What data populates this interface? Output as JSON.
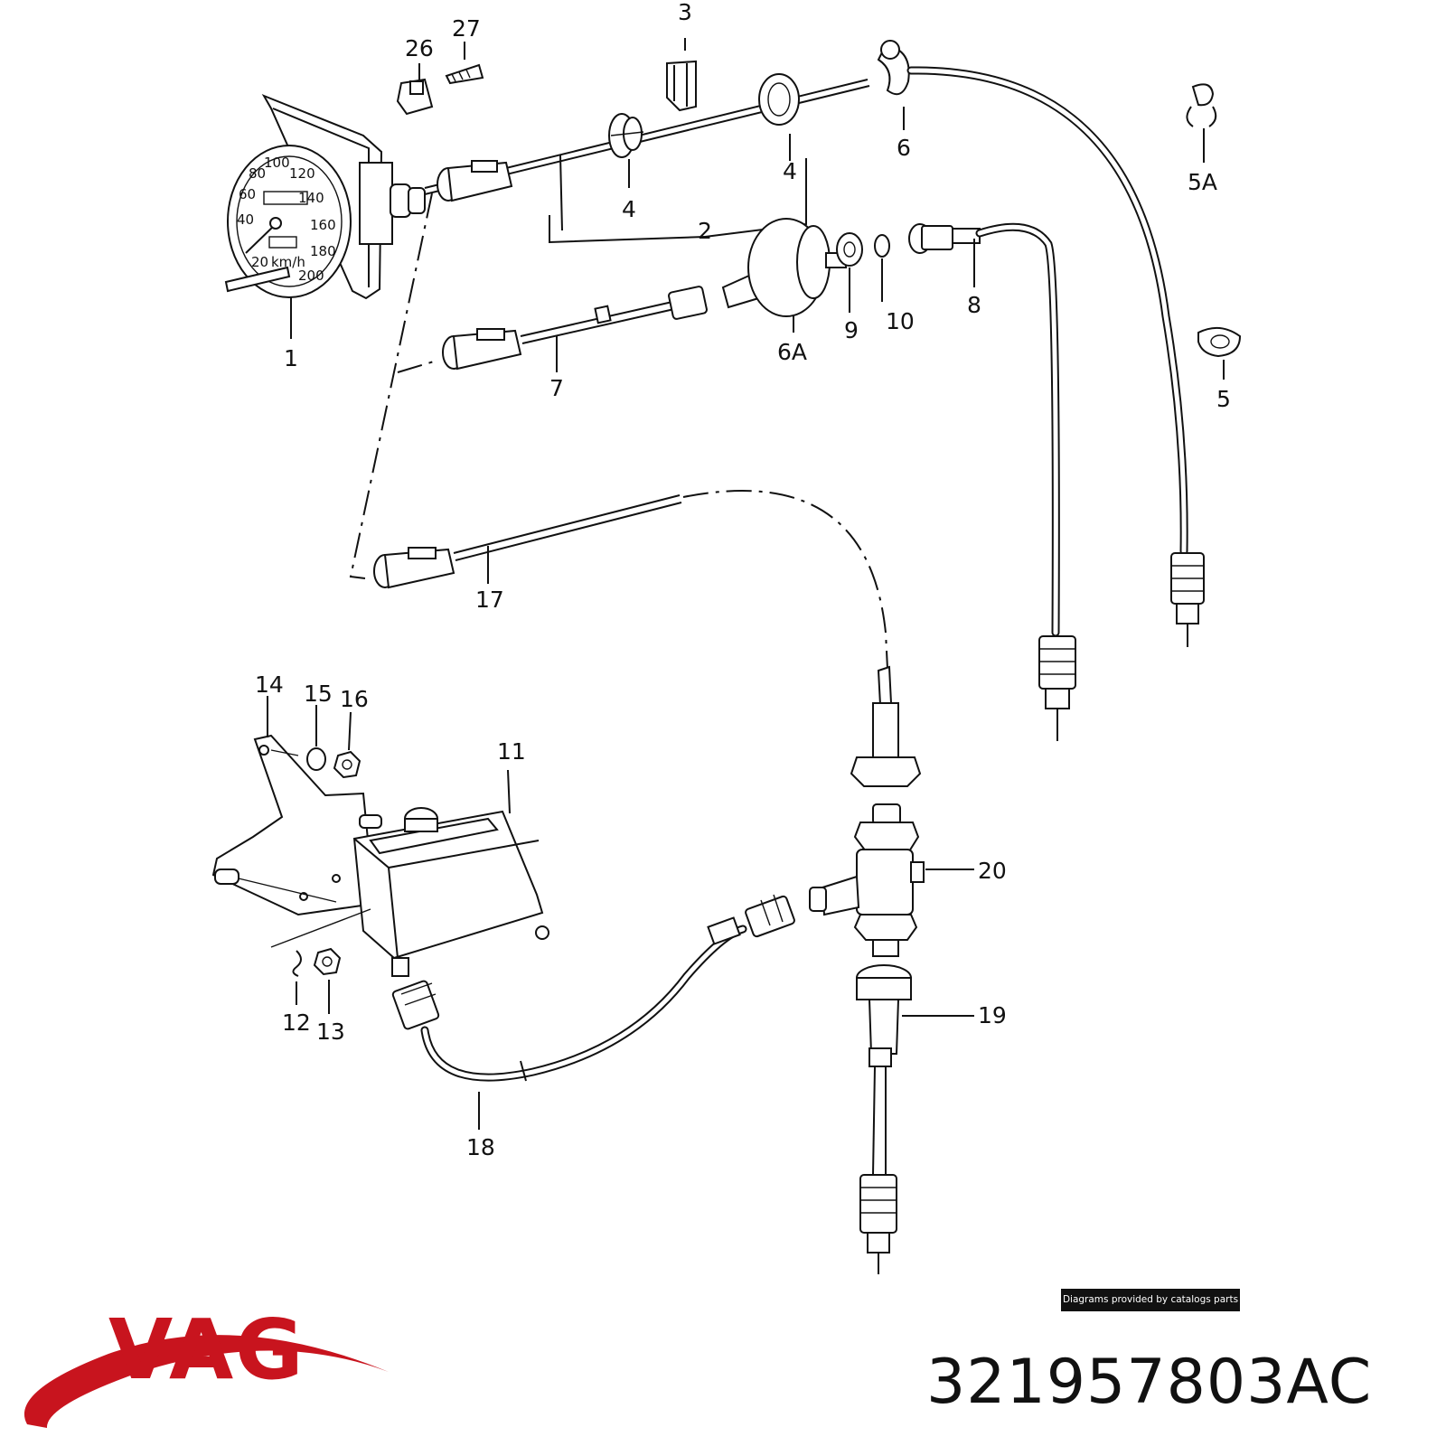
{
  "callouts": [
    {
      "id": "c1",
      "label": "1"
    },
    {
      "id": "c2",
      "label": "2"
    },
    {
      "id": "c3",
      "label": "3"
    },
    {
      "id": "c4a",
      "label": "4"
    },
    {
      "id": "c4b",
      "label": "4"
    },
    {
      "id": "c5",
      "label": "5"
    },
    {
      "id": "c5a",
      "label": "5A"
    },
    {
      "id": "c6",
      "label": "6"
    },
    {
      "id": "c6a",
      "label": "6A"
    },
    {
      "id": "c7",
      "label": "7"
    },
    {
      "id": "c8",
      "label": "8"
    },
    {
      "id": "c9",
      "label": "9"
    },
    {
      "id": "c10",
      "label": "10"
    },
    {
      "id": "c11",
      "label": "11"
    },
    {
      "id": "c12",
      "label": "12"
    },
    {
      "id": "c13",
      "label": "13"
    },
    {
      "id": "c14",
      "label": "14"
    },
    {
      "id": "c15",
      "label": "15"
    },
    {
      "id": "c16",
      "label": "16"
    },
    {
      "id": "c17",
      "label": "17"
    },
    {
      "id": "c18",
      "label": "18"
    },
    {
      "id": "c19",
      "label": "19"
    },
    {
      "id": "c20",
      "label": "20"
    },
    {
      "id": "c26",
      "label": "26"
    },
    {
      "id": "c27",
      "label": "27"
    }
  ],
  "dial": {
    "numbers": [
      "20",
      "40",
      "60",
      "80",
      "100",
      "120",
      "140",
      "160",
      "180",
      "200"
    ],
    "unit": "km/h"
  },
  "credit": "Diagrams provided by catalogs parts",
  "brand": {
    "name": "VAG",
    "color": "#c8141e"
  },
  "part_number": "321957803AC"
}
